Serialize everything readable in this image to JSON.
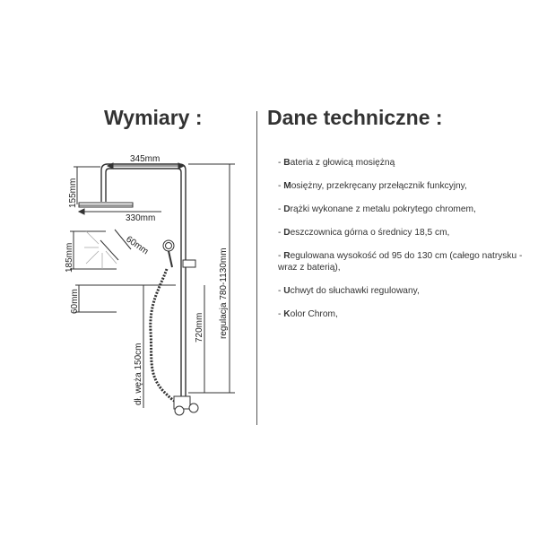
{
  "headings": {
    "left": "Wymiary :",
    "right": "Dane techniczne :"
  },
  "dimensions": {
    "top_width": "345mm",
    "head_width": "330mm",
    "head_height": "155mm",
    "angle_size": "60mm",
    "vertical_185": "185mm",
    "vertical_60": "60mm",
    "hose_length": "dł. węża 150cm",
    "bar_height": "720mm",
    "adjustment": "regulacja 780-1130mm"
  },
  "specs": [
    {
      "first": "B",
      "rest": "ateria z głowicą mosiężną"
    },
    {
      "first": "M",
      "rest": "osiężny, przekręcany przełącznik funkcyjny,"
    },
    {
      "first": "D",
      "rest": "rążki wykonane z metalu pokrytego chromem,"
    },
    {
      "first": "D",
      "rest": "eszczownica górna  o średnicy 18,5 cm,"
    },
    {
      "first": "R",
      "rest": "egulowana wysokość  od 95 do  130 cm (całego  natrysku - wraz z baterią),"
    },
    {
      "first": "U",
      "rest": "chwyt do słuchawki regulowany,"
    },
    {
      "first": "K",
      "rest": "olor Chrom,"
    }
  ],
  "spec_prefix": "- ",
  "colors": {
    "line": "#333333",
    "text": "#222222"
  }
}
